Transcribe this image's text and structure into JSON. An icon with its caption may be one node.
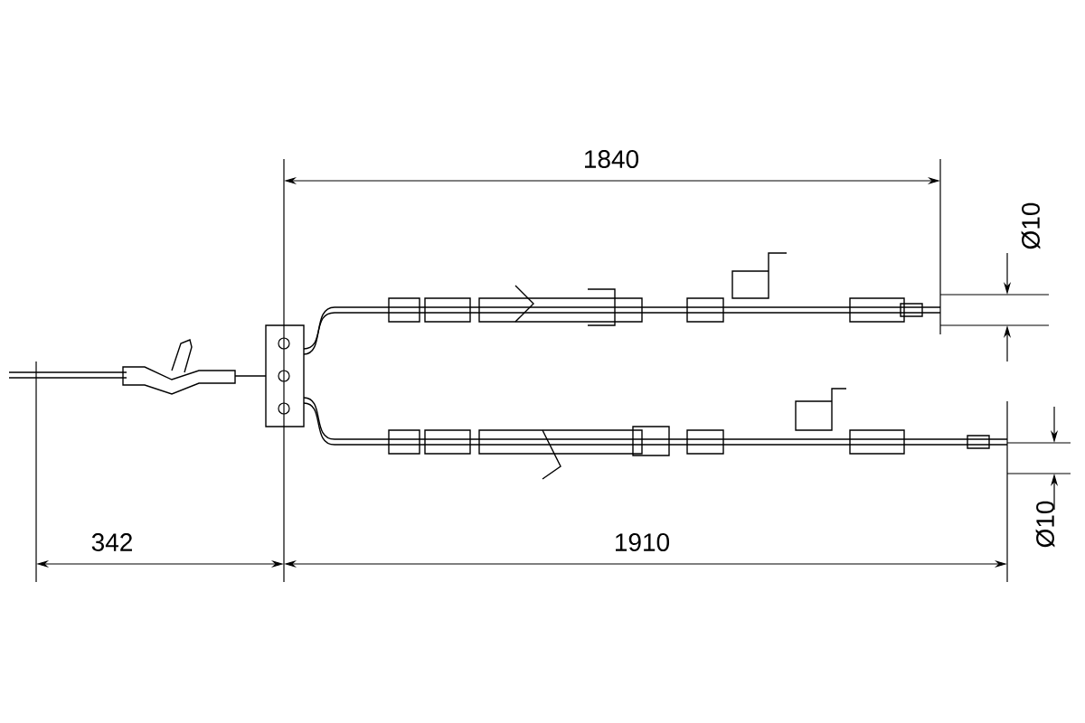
{
  "diagram": {
    "labels": [
      "1840",
      "Ø10",
      "342",
      "1910",
      "Ø10"
    ]
  }
}
